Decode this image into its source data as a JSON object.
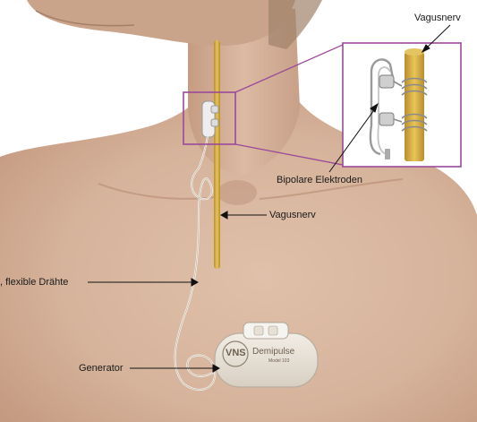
{
  "labels": {
    "vagus_nerve_inset": "Vagusnerv",
    "bipolar_electrodes": "Bipolare Elektroden",
    "vagus_nerve_neck": "Vagusnerv",
    "flexible_wires": ", flexible Drähte",
    "generator": "Generator"
  },
  "device": {
    "logo": "VNS",
    "brand": "Demipulse",
    "model": "Model 103"
  },
  "colors": {
    "inset_frame": "#9a4a9a",
    "nerve": "#d9b54a",
    "skin": "#d9b8a2",
    "device_body": "#e8e2d8"
  }
}
